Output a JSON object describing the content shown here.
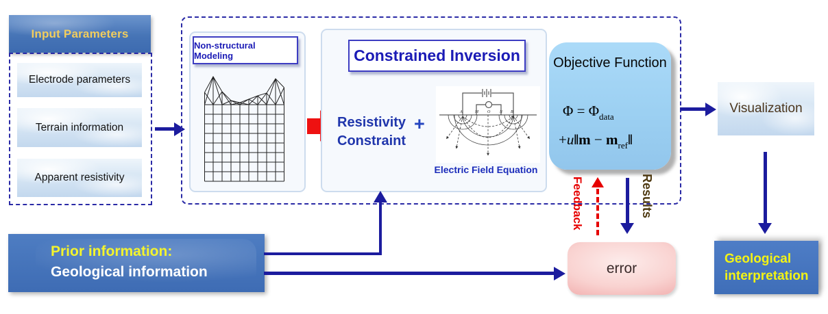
{
  "input_section": {
    "title": "Input Parameters",
    "items": [
      "Electrode parameters",
      "Terrain information",
      "Apparent resistivity"
    ]
  },
  "modeling": {
    "title": "Non-structural Modeling"
  },
  "inversion": {
    "title": "Constrained Inversion",
    "constraint_line1": "Resistivity",
    "constraint_line2": "Constraint",
    "plus": "+",
    "figure_caption": "Electric Field Equation"
  },
  "objective": {
    "title": "Objective Function",
    "eq1_main": "Φ = Φ",
    "eq1_sub": "data",
    "eq2_plus": "+",
    "eq2_u": "u",
    "eq2_norm_open": "‖",
    "eq2_m1": "m",
    "eq2_minus": " − ",
    "eq2_m2": "m",
    "eq2_sub": "ref",
    "eq2_norm_close": "‖"
  },
  "flow": {
    "visualization": "Visualization",
    "geological_interpretation": "Geological interpretation",
    "error": "error",
    "feedback": "Feedback",
    "results": "Results"
  },
  "prior": {
    "line1": "Prior information:",
    "line2": "Geological information"
  },
  "colors": {
    "arrow_navy": "#1c1c9e",
    "dashed_border_navy": "#2a2aa6",
    "block_arrow_red": "#ee1111",
    "feedback_red": "#e60000",
    "results_brown": "#4f3a12",
    "visualization_text_brown": "#4a351d",
    "header_yellow": "#f1cd5e",
    "prior_yellow": "#f4f42c",
    "geo_yellow": "#f3f314",
    "box_blue": "#4674b6",
    "objective_sky_blue": "#9cd0f2",
    "error_pink": "#f0a9a9",
    "panel_blue_text": "#1b1bb6"
  }
}
